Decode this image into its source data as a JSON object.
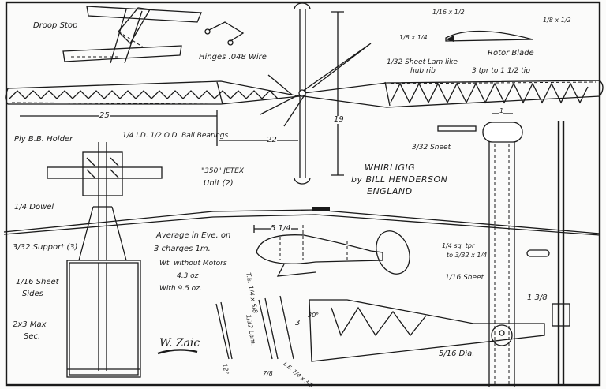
{
  "title": {
    "name": "WHIRLIGIG",
    "author": "by BILL HENDERSON",
    "country": "ENGLAND"
  },
  "signature": "W. Zaic",
  "labels": {
    "droop_stop": "Droop Stop",
    "hinges": "Hinges .048 Wire",
    "le_strip": "1/16 x 1/2",
    "te_strip": "1/8 x 1/2",
    "spar": "1/8 x 1/4",
    "rotor_blade": "Rotor Blade",
    "lam_1": "1/32 Sheet Lam like",
    "lam_2": "hub rib",
    "taper": "3 tpr to 1 1/2 tip",
    "dim_25": "25",
    "dim_22": "22",
    "dim_19": "19",
    "ply_holder": "Ply B.B. Holder",
    "bearings": "1/4 I.D. 1/2 O.D. Ball Bearings",
    "sheet_332": "3/32 Sheet",
    "jetex_1": "\"350\" JETEX",
    "jetex_2": "Unit (2)",
    "dowel": "1/4 Dowel",
    "support": "3/32 Support (3)",
    "sides_1": "1/16 Sheet",
    "sides_2": "Sides",
    "max_1": "2x3 Max",
    "max_2": "Sec.",
    "avg_1": "Average in Eve. on",
    "avg_2": "3 charges 1m.",
    "wt_1": "Wt. without Motors",
    "wt_2": "4.3 oz",
    "wt_3": "With 9.5 oz.",
    "dim_5_25": "5 1/4",
    "te": "T.E. 1/4 x 5/8",
    "lam": "1/32 Lam.",
    "dim_3": "3",
    "angle_12": "12°",
    "dim_7_8": "7/8",
    "le": "L.E. 1/4 x 3/8",
    "angle_30": "30°",
    "sq_tpr_1": "1/4 sq. tpr",
    "sq_tpr_2": "to 3/32 x 1/4",
    "sheet_116": "1/16 Sheet",
    "dim_1_38": "1 3/8",
    "dia": "5/16 Dia.",
    "dim_1": "1"
  }
}
